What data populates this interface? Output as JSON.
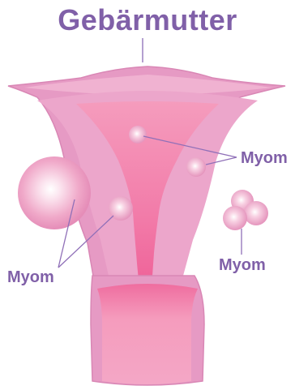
{
  "diagram": {
    "title": "Gebärmutter",
    "labels": {
      "right_myom": "Myom",
      "left_myom": "Myom",
      "bottom_right_myom": "Myom"
    },
    "colors": {
      "label_text": "#8060a8",
      "leader_line": "#9070b8",
      "uterus_outer": "#e69ac4",
      "uterus_wall": "#eca6cb",
      "uterus_cavity": "#f07aa6",
      "fibroid": "#f6b4cf",
      "background": "#ffffff"
    }
  }
}
